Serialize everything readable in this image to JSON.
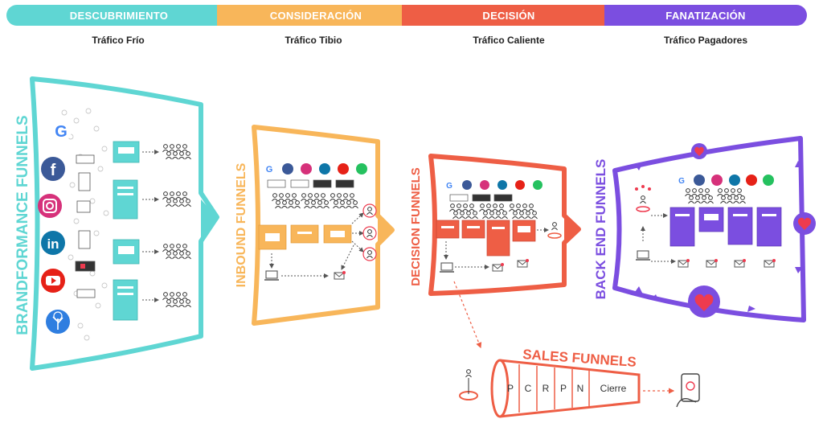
{
  "colors": {
    "teal": "#5fd6d3",
    "orange": "#f8b65a",
    "red": "#ee5e45",
    "purple": "#7b4ee0",
    "heart": "#ee3b4f"
  },
  "phases": [
    {
      "label": "DESCUBRIMIENTO",
      "traffic": "Tráfico Frío",
      "color": "#5fd6d3"
    },
    {
      "label": "CONSIDERACIÓN",
      "traffic": "Tráfico Tibio",
      "color": "#f8b65a"
    },
    {
      "label": "DECISIÓN",
      "traffic": "Tráfico Caliente",
      "color": "#ee5e45"
    },
    {
      "label": "FANATIZACIÓN",
      "traffic": "Tráfico Pagadores",
      "color": "#7b4ee0"
    }
  ],
  "funnels": {
    "brandformance": "BRANDFORMANCE FUNNELS",
    "inbound": "INBOUND FUNNELS",
    "decision": "DECISION FUNNELS",
    "back_end": "BACK END FUNNELS",
    "sales": "SALES FUNNELS"
  },
  "sales_funnel": {
    "stages": [
      "P",
      "C",
      "R",
      "P",
      "N",
      "Cierre"
    ]
  },
  "icons": {
    "channels": [
      "google-icon",
      "facebook-icon",
      "instagram-icon",
      "linkedin-icon",
      "youtube-icon",
      "tree-icon"
    ],
    "mini_channels": [
      "google-icon",
      "facebook-icon",
      "instagram-icon",
      "linkedin-icon",
      "youtube-icon",
      "whatsapp-icon"
    ]
  }
}
